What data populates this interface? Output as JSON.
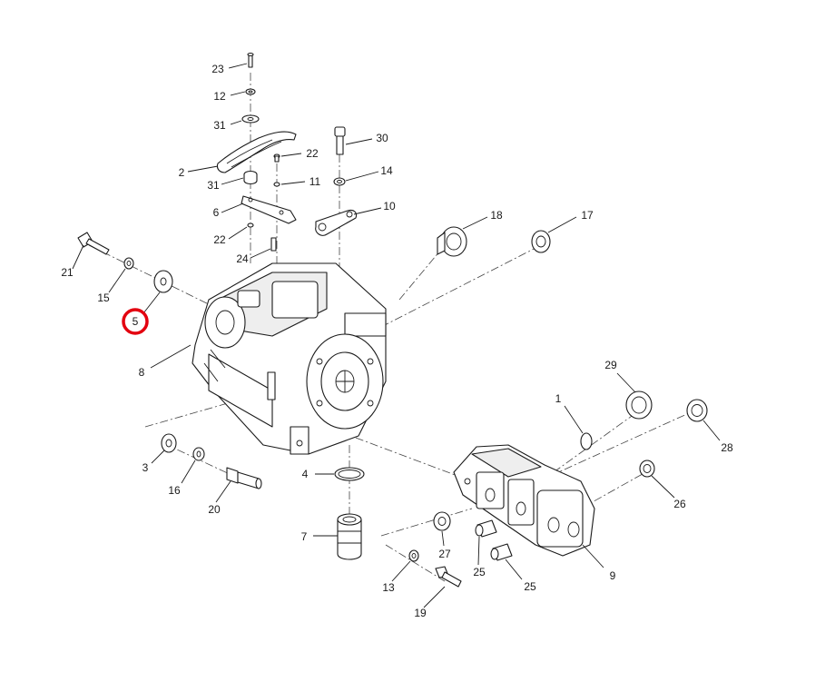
{
  "callouts": [
    {
      "id": "1",
      "label": "1"
    },
    {
      "id": "2",
      "label": "2"
    },
    {
      "id": "3",
      "label": "3"
    },
    {
      "id": "4",
      "label": "4"
    },
    {
      "id": "5",
      "label": "5",
      "highlighted": true
    },
    {
      "id": "6",
      "label": "6"
    },
    {
      "id": "7",
      "label": "7"
    },
    {
      "id": "8",
      "label": "8"
    },
    {
      "id": "9",
      "label": "9"
    },
    {
      "id": "10",
      "label": "10"
    },
    {
      "id": "11",
      "label": "11"
    },
    {
      "id": "12",
      "label": "12"
    },
    {
      "id": "13",
      "label": "13"
    },
    {
      "id": "14",
      "label": "14"
    },
    {
      "id": "15",
      "label": "15"
    },
    {
      "id": "16",
      "label": "16"
    },
    {
      "id": "17",
      "label": "17"
    },
    {
      "id": "18",
      "label": "18"
    },
    {
      "id": "19",
      "label": "19"
    },
    {
      "id": "20",
      "label": "20"
    },
    {
      "id": "21",
      "label": "21"
    },
    {
      "id": "22a",
      "label": "22"
    },
    {
      "id": "22b",
      "label": "22"
    },
    {
      "id": "23",
      "label": "23"
    },
    {
      "id": "24",
      "label": "24"
    },
    {
      "id": "25a",
      "label": "25"
    },
    {
      "id": "25b",
      "label": "25"
    },
    {
      "id": "26",
      "label": "26"
    },
    {
      "id": "27",
      "label": "27"
    },
    {
      "id": "28",
      "label": "28"
    },
    {
      "id": "29",
      "label": "29"
    },
    {
      "id": "30",
      "label": "30"
    },
    {
      "id": "31a",
      "label": "31"
    },
    {
      "id": "31b",
      "label": "31"
    }
  ],
  "colors": {
    "line": "#1a1a1a",
    "highlight_ring": "#e3000f",
    "background": "#ffffff"
  }
}
